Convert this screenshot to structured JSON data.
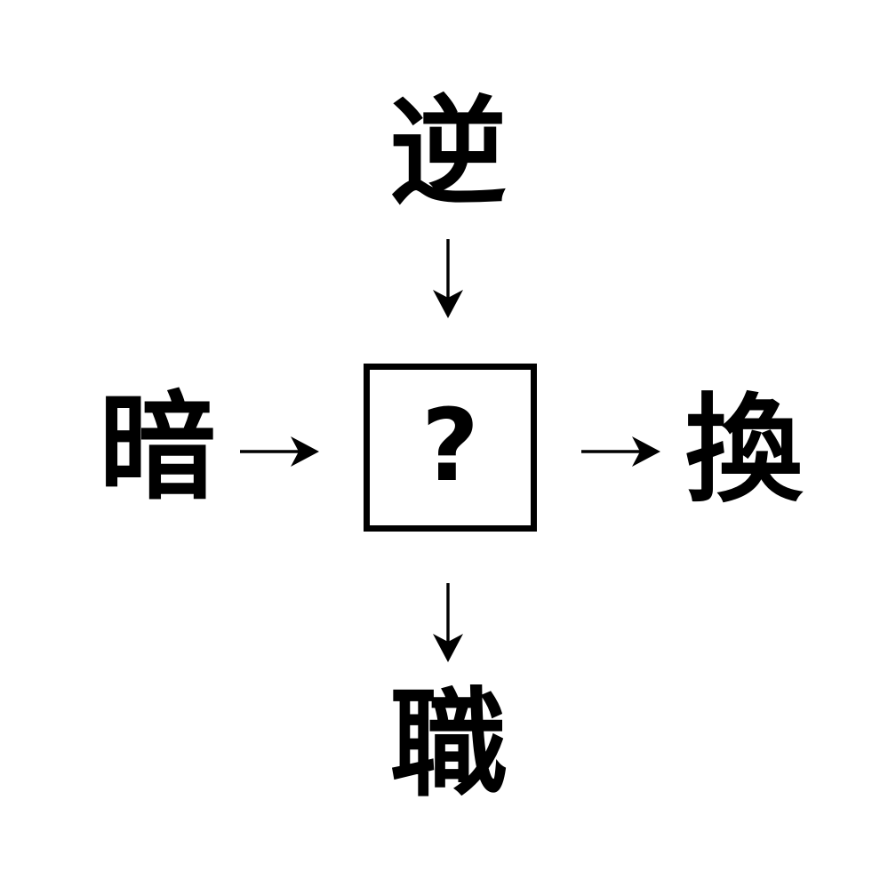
{
  "puzzle": {
    "type": "kanji-association-puzzle",
    "background_color": "#ffffff",
    "ink_color": "#000000",
    "center": {
      "label": "?",
      "description": "missing-kanji-slot"
    },
    "surrounding": {
      "top": "逆",
      "left": "暗",
      "right": "換",
      "bottom": "職"
    },
    "arrows": {
      "top": "↓",
      "left": "→",
      "right": "→",
      "bottom": "↓"
    }
  }
}
